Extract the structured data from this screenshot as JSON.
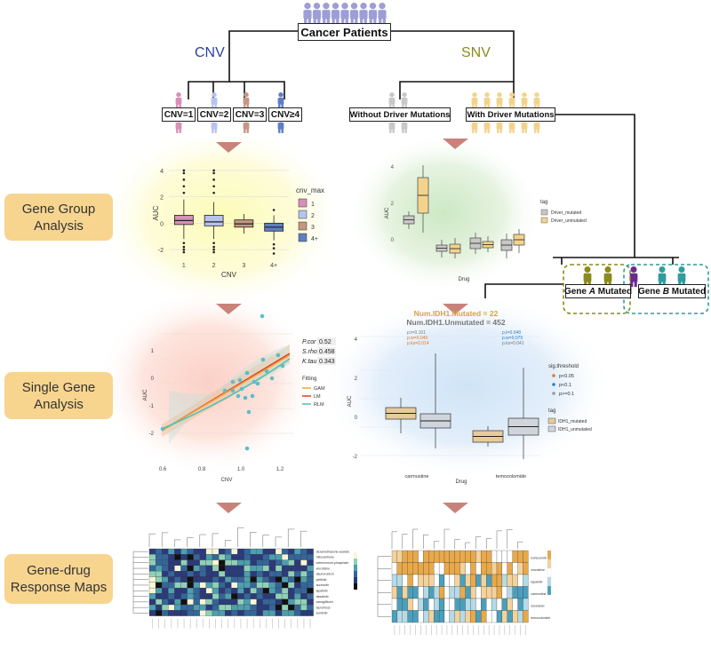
{
  "top": {
    "label": "Cancer Patients"
  },
  "branches": {
    "cnv": "CNV",
    "snv": "SNV"
  },
  "cnv_groups": [
    "CNV=1",
    "CNV=2",
    "CNV=3",
    "CNV≥4"
  ],
  "snv_groups": [
    "Without Driver Mutations",
    "With Driver Mutations"
  ],
  "gene_groups": {
    "a_pre": "Gene ",
    "a_em": "A",
    "a_post": " Mutated",
    "b_pre": "Gene ",
    "b_em": "B",
    "b_post": " Mutated"
  },
  "row_labels": {
    "gene_group": "Gene Group\nAnalysis",
    "single_gene": "Single Gene\nAnalysis",
    "response_maps": "Gene-drug\nResponse Maps"
  },
  "colors": {
    "cnv1": "#d98fb8",
    "cnv2": "#b7c3ee",
    "cnv3": "#c49683",
    "cnv4": "#5f7ec2",
    "top": "#9e9ed6",
    "without": "#c8c8c8",
    "with": "#f3d38b",
    "geneA": "#8c8a1a",
    "geneB": "#2f9d9d",
    "purple": "#6a2c91",
    "label_bg": "#f7d58f",
    "arrow": "#c98279",
    "cnv_text": "#2d3e9f",
    "snv_text": "#8c8a1a"
  },
  "chart_data": [
    {
      "type": "box",
      "xlabel": "CNV",
      "ylabel": "AUC",
      "categories": [
        "1",
        "2",
        "3",
        "4+"
      ],
      "yticks": [
        4,
        2,
        0,
        -2
      ],
      "ylim": [
        -2.6,
        4.6
      ],
      "legend_title": "cnv_max",
      "legend": [
        "1",
        "2",
        "3",
        "4+"
      ],
      "boxes": [
        {
          "q1": -0.1,
          "median": 0.2,
          "q3": 0.6,
          "low": -1.2,
          "high": 1.8
        },
        {
          "q1": -0.2,
          "median": 0.1,
          "q3": 0.6,
          "low": -1.2,
          "high": 1.6
        },
        {
          "q1": -0.3,
          "median": -0.05,
          "q3": 0.25,
          "low": -0.8,
          "high": 0.7
        },
        {
          "q1": -0.6,
          "median": -0.3,
          "q3": 0.0,
          "low": -1.3,
          "high": 0.6
        }
      ]
    },
    {
      "type": "box",
      "xlabel": "Drug",
      "ylabel": "AUC",
      "yticks": [
        4,
        2,
        0
      ],
      "legend_title": "tag",
      "legend": [
        "Driver_mutated",
        "Driver_unmutated"
      ]
    },
    {
      "type": "scatter",
      "xlabel": "CNV",
      "ylabel": "AUC",
      "xticks": [
        "0.6",
        "0.8",
        "1.0",
        "1.2"
      ],
      "yticks": [
        "1",
        "0",
        "-1",
        "-2"
      ],
      "stats": [
        {
          "k": "P.cor",
          "v": "0.52"
        },
        {
          "k": "S.rho",
          "v": "0.458"
        },
        {
          "k": "K.tau",
          "v": "0.343"
        }
      ],
      "fitting_title": "Fitting",
      "fitting": [
        "GAM",
        "LM",
        "RLM"
      ]
    },
    {
      "type": "box",
      "xlabel": "Drug",
      "ylabel": "AUC",
      "title1": "Num.IDH1.Mutated = 22",
      "title2": "Num.IDH1.Unmutated = 452",
      "categories": [
        "carmustine",
        "temozolomide"
      ],
      "yticks": [
        "4",
        "2",
        "0",
        "-2"
      ],
      "pvals1": [
        "p.t=0.101",
        "p.w=0.049",
        "p.ks=0.014"
      ],
      "pvals2": [
        "p.t=0.048",
        "p.w=0.079",
        "p.ks=0.041"
      ],
      "sig_title": "sig.threshold",
      "sig": [
        "p<0.05",
        "p<0.1",
        "p>=0.1"
      ],
      "legend_title": "tag",
      "legend": [
        "IDH1_mutated",
        "IDH1_unmutated"
      ]
    },
    {
      "type": "heatmap",
      "row_labels": [
        "dexamethasone-acetate",
        "mitoxantrone",
        "cetrimonium-phosphate",
        "vincristine",
        "daunorubicin",
        "pelitinib",
        "auranofin",
        "lapatinib",
        "dasatinib",
        "canagliflozin",
        "tacrolimus",
        "sunitinib"
      ]
    },
    {
      "type": "heatmap",
      "row_labels": [
        "bortezomib",
        "vincristine",
        "lapatinib",
        "carmustine",
        "docetaxel",
        "temozolomide"
      ]
    }
  ]
}
